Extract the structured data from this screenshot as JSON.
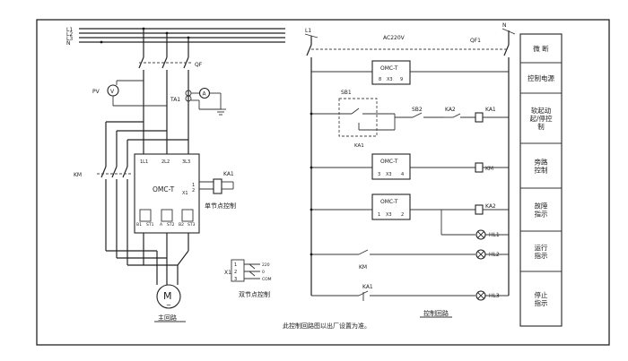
{
  "buses": [
    "L1",
    "L2",
    "L3",
    "N"
  ],
  "power": {
    "qf": "QF",
    "pv": "PV",
    "ta": "TA1",
    "ta_meter": "A",
    "km": "KM",
    "controller": "OMC-T",
    "ctrl_top": [
      "1L1",
      "2L2",
      "3L3"
    ],
    "ctrl_bottom": [
      "B1",
      "ST1",
      "A",
      "ST2",
      "B2",
      "ST3"
    ],
    "ctrl_terms": [
      "1",
      "2",
      "X1"
    ],
    "ka1": "KA1",
    "single_label": "单节点控制",
    "double_label": "双节点控制",
    "x1": "X1",
    "double_pins": [
      "1",
      "2",
      "3"
    ],
    "double_taps": [
      "220",
      "0",
      "COM"
    ],
    "motor_symbol": "M",
    "motor_sub": "~",
    "motor_label": "主回路"
  },
  "control": {
    "l1": "L1",
    "n": "N",
    "ac": "AC220V",
    "qf1": "QF1",
    "omc": "OMC-T",
    "r1_terms": [
      "8",
      "X3",
      "9"
    ],
    "r2_terms": [
      "3",
      "X3",
      "4"
    ],
    "r3_terms": [
      "1",
      "X3",
      "2"
    ],
    "sb1": "SB1",
    "sb2": "SB2",
    "ka2": "KA2",
    "ka1": "KA1",
    "km": "KM",
    "hl1": "HL1",
    "hl2": "HL2",
    "hl3": "HL3",
    "ka1b": "KA1",
    "title": "控制回路"
  },
  "note": "此控制回路图以出厂设置为准。",
  "side_labels": [
    "微 断",
    "控制电源",
    "软起动\n起/停控\n制",
    "旁路\n控制",
    "故障\n指示",
    "运行\n指示",
    "停止\n指示"
  ]
}
